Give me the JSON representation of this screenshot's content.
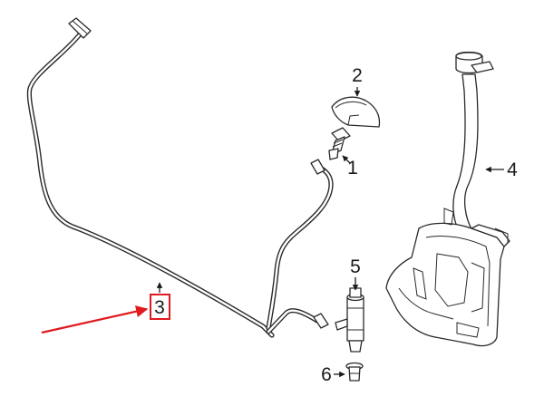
{
  "diagram": {
    "callouts": [
      {
        "id": "nozzle",
        "label": "1"
      },
      {
        "id": "nozzle-cap",
        "label": "2"
      },
      {
        "id": "hose",
        "label": "3",
        "highlighted": true
      },
      {
        "id": "reservoir",
        "label": "4"
      },
      {
        "id": "pump",
        "label": "5"
      },
      {
        "id": "grommet",
        "label": "6"
      }
    ],
    "colors": {
      "line": "#2a2a2a",
      "highlight": "#e0191e",
      "background": "#ffffff"
    }
  }
}
